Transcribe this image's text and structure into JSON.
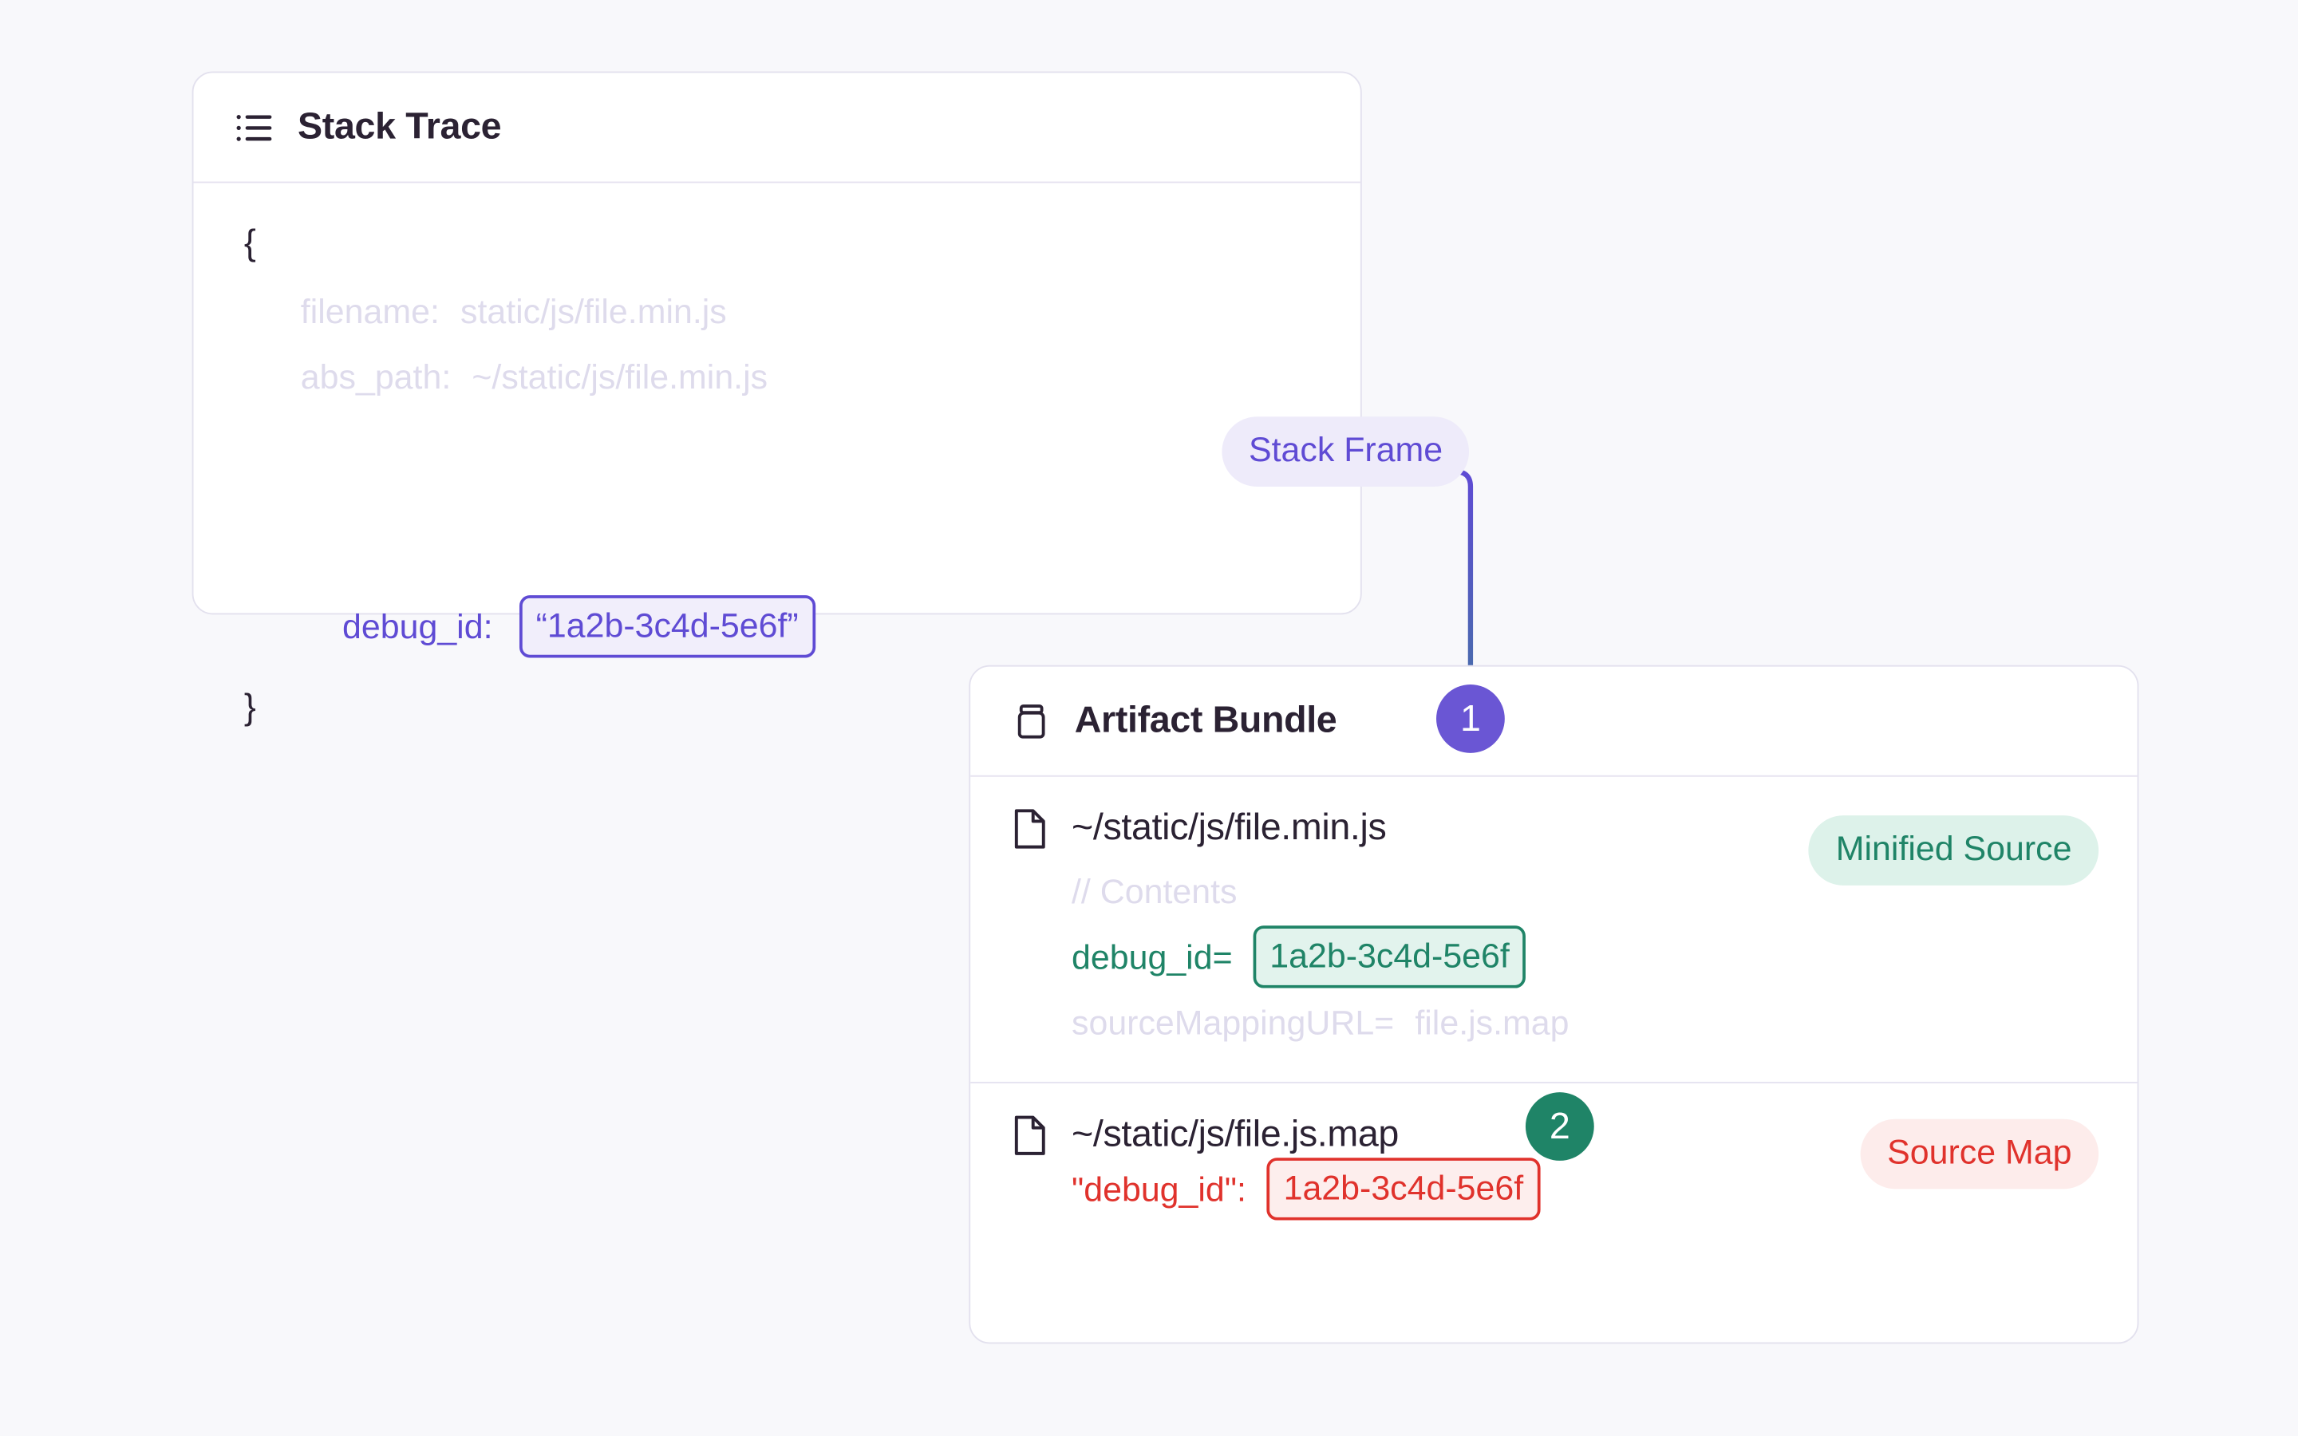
{
  "diagram": {
    "background_color": "#f8f8fb",
    "title_hidden": true
  },
  "stack_trace_card": {
    "header": {
      "icon": "list-icon",
      "title": "Stack Trace"
    },
    "badge": {
      "label": "Stack Frame",
      "text_color": "#5f4bd4",
      "background_color": "#eeebfa"
    },
    "open_brace": "{",
    "close_brace": "}",
    "fields": [
      {
        "key": "filename:",
        "value": "static/js/file.min.js",
        "muted": true
      },
      {
        "key": "abs_path:",
        "value": "~/static/js/file.min.js",
        "muted": true
      }
    ],
    "debug_id": {
      "key": "debug_id:",
      "value": "“1a2b-3c4d-5e6f”",
      "highlight_color": "#5f4bd4"
    }
  },
  "artifact_bundle_card": {
    "header": {
      "icon": "jar-icon",
      "title": "Artifact Bundle"
    },
    "files": [
      {
        "icon": "file-icon",
        "path": "~/static/js/file.min.js",
        "badge": {
          "label": "Minified Source",
          "text_color": "#1f8467",
          "background_color": "#ddf2ea"
        },
        "lines": [
          {
            "text": "// Contents",
            "muted": true
          },
          {
            "key": "debug_id=",
            "value": "1a2b-3c4d-5e6f",
            "highlight_color": "#1f8467"
          },
          {
            "key": "sourceMappingURL=",
            "value": "file.js.map",
            "muted": true
          }
        ]
      },
      {
        "icon": "file-icon",
        "path": "~/static/js/file.js.map",
        "badge": {
          "label": "Source Map",
          "text_color": "#e0322c",
          "background_color": "#fdeceb"
        },
        "lines": [
          {
            "key": "\"debug_id\":",
            "value": "1a2b-3c4d-5e6f",
            "highlight_color": "#e0322c"
          }
        ]
      }
    ]
  },
  "connectors": [
    {
      "name": "stack-trace-to-minified-source",
      "step_label": "1",
      "from_color": "#5f4bd4",
      "to_color": "#1f8467",
      "badge_color": "#6a56d4"
    },
    {
      "name": "minified-source-to-source-map",
      "step_label": "2",
      "from_color": "#1f8467",
      "to_color": "#e0322c",
      "badge_color": "#1f8467"
    }
  ]
}
